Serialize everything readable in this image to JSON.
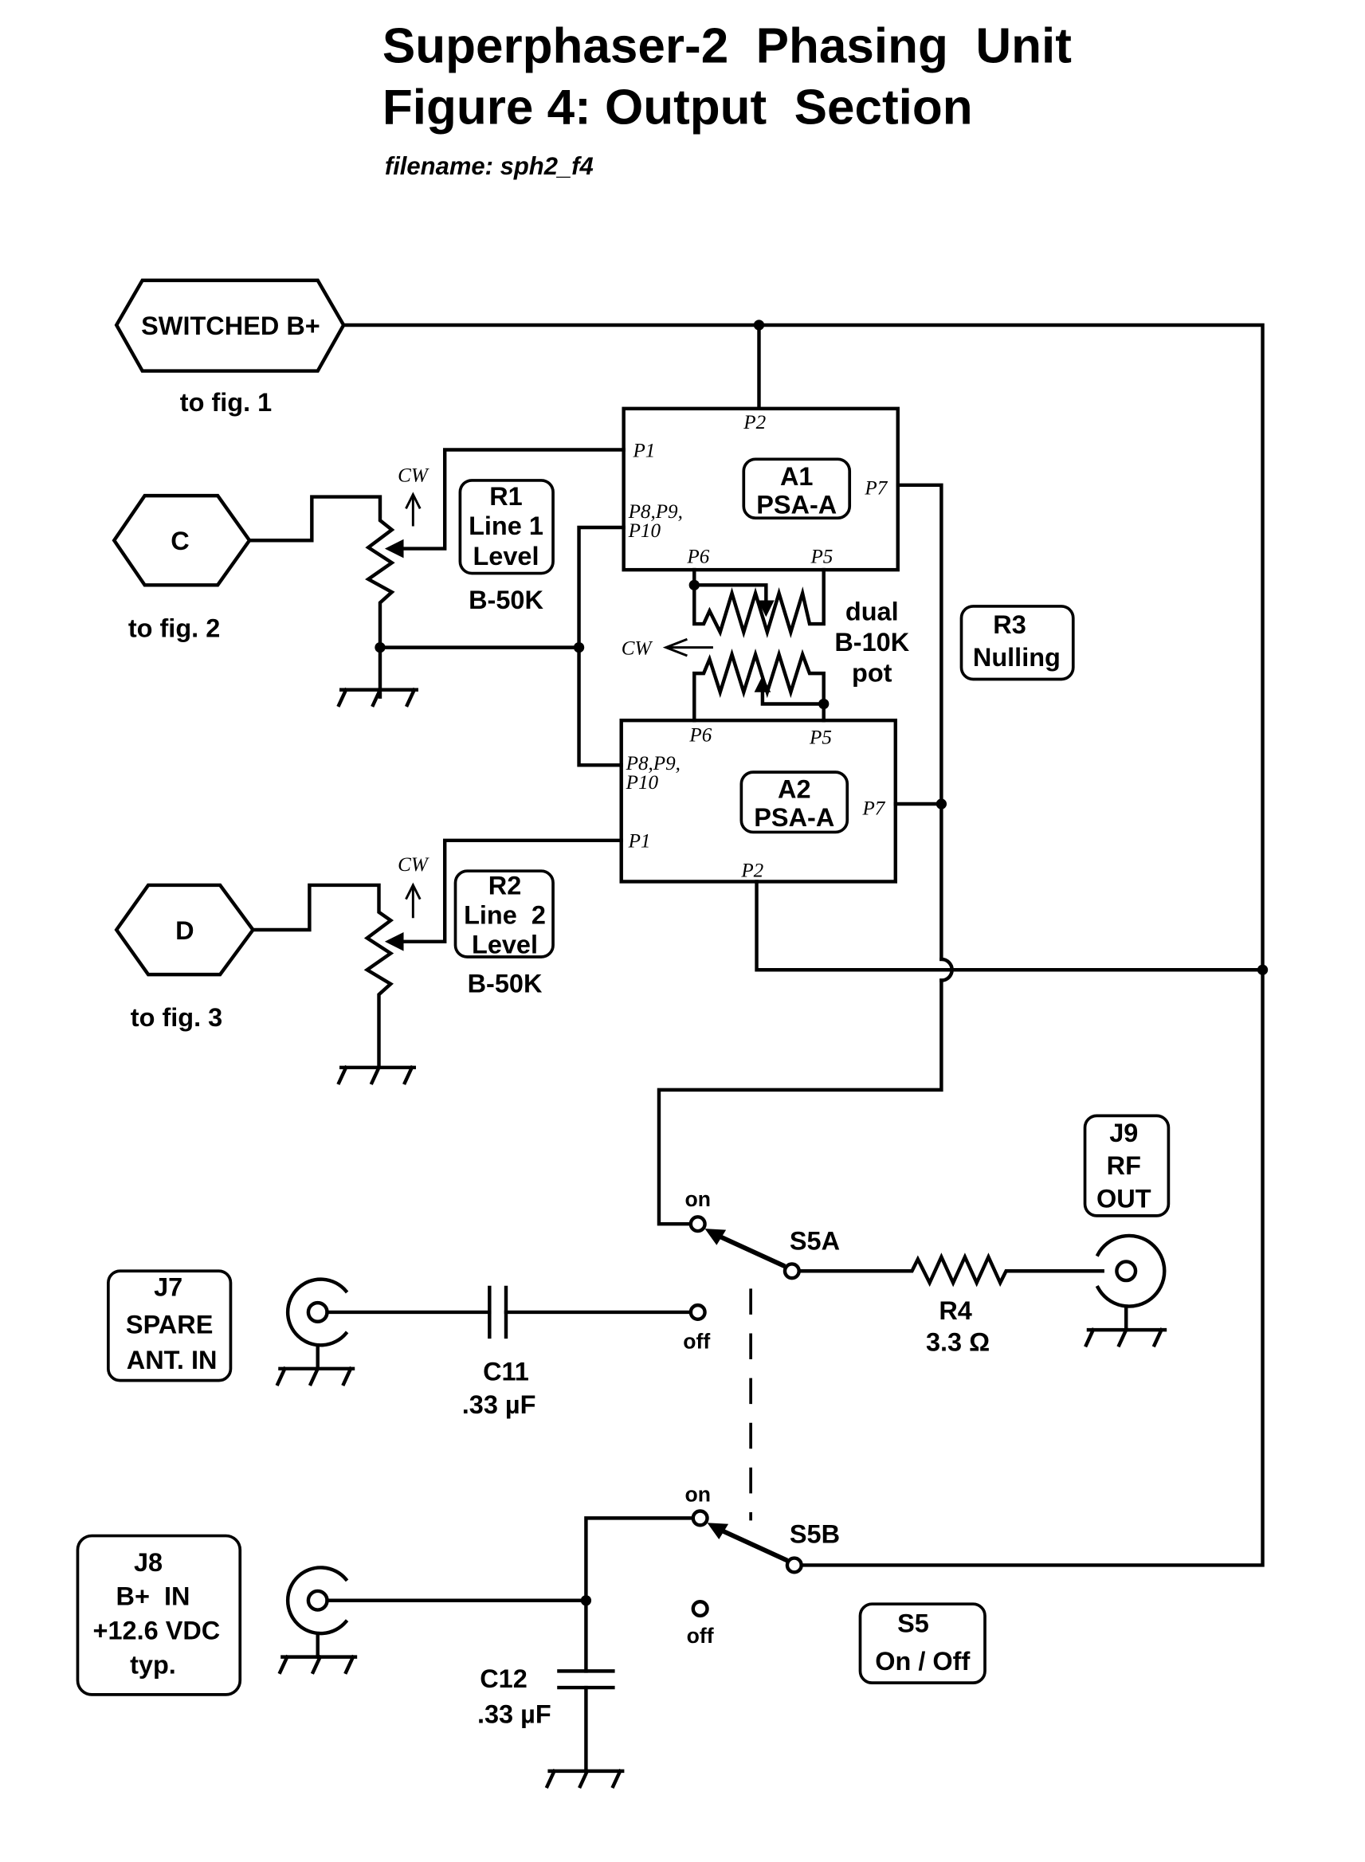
{
  "header": {
    "title_line1": "Superphaser-2  Phasing  Unit",
    "title_line2": "Figure 4: Output  Section",
    "filename": "filename: sph2_f4"
  },
  "connectors": {
    "switched_bplus": {
      "label": "SWITCHED B+",
      "note": "to fig. 1"
    },
    "c": {
      "label": "C",
      "note": "to fig. 2"
    },
    "d": {
      "label": "D",
      "note": "to fig. 3"
    }
  },
  "modules": {
    "a1": {
      "ref": "A1",
      "type": "PSA-A",
      "pins": {
        "p1": "P1",
        "p2": "P2",
        "p5": "P5",
        "p6": "P6",
        "p7": "P7",
        "p8_line1": "P8,P9,",
        "p8_line2": "P10"
      }
    },
    "a2": {
      "ref": "A2",
      "type": "PSA-A",
      "pins": {
        "p1": "P1",
        "p2": "P2",
        "p5": "P5",
        "p6": "P6",
        "p7": "P7",
        "p8_line1": "P8,P9,",
        "p8_line2": "P10"
      }
    }
  },
  "components": {
    "r1": {
      "ref": "R1",
      "line2": "Line 1",
      "line3": "Level",
      "value": "B-50K",
      "cw": "CW"
    },
    "r2": {
      "ref": "R2",
      "line2": "Line  2",
      "line3": "Level",
      "value": "B-50K",
      "cw": "CW"
    },
    "r3": {
      "ref": "R3",
      "desc": "Nulling",
      "value_line1": "dual",
      "value_line2": "B-10K",
      "value_line3": "pot",
      "cw": "CW"
    },
    "r4": {
      "ref": "R4",
      "value": "3.3 Ω"
    },
    "c11": {
      "ref": "C11",
      "value": ".33 µF"
    },
    "c12": {
      "ref": "C12",
      "value": ".33 µF"
    },
    "j7": {
      "ref": "J7",
      "line2": "SPARE",
      "line3": "ANT. IN"
    },
    "j8": {
      "ref": "J8",
      "line2": "B+  IN",
      "line3": "+12.6 VDC",
      "line4": "typ."
    },
    "j9": {
      "ref": "J9",
      "line2": "RF",
      "line3": "OUT"
    },
    "s5": {
      "ref": "S5",
      "desc": "On / Off"
    },
    "s5a": {
      "ref": "S5A",
      "on": "on",
      "off": "off"
    },
    "s5b": {
      "ref": "S5B",
      "on": "on",
      "off": "off"
    }
  }
}
